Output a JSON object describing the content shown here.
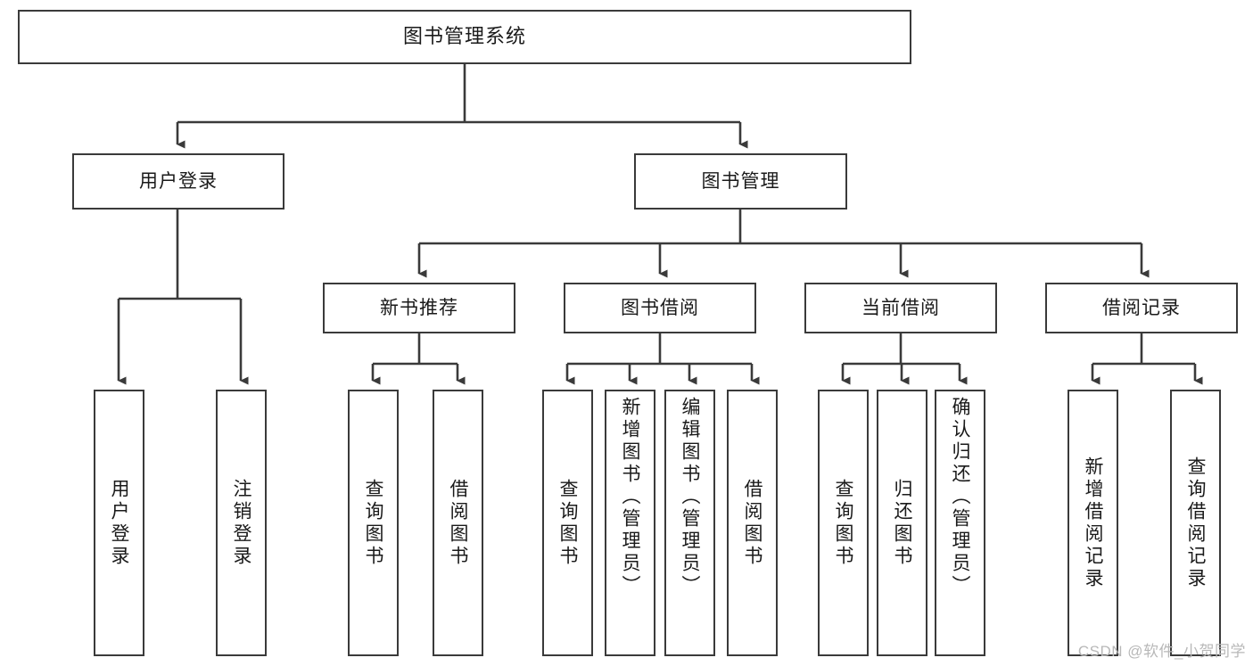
{
  "diagram": {
    "title": "图书管理系统",
    "root": {
      "label": "图书管理系统"
    },
    "level1": [
      {
        "label": "用户登录"
      },
      {
        "label": "图书管理"
      }
    ],
    "level2": [
      {
        "label": "新书推荐"
      },
      {
        "label": "图书借阅"
      },
      {
        "label": "当前借阅"
      },
      {
        "label": "借阅记录"
      }
    ],
    "leaves": {
      "user_login": [
        {
          "label": "用户登录"
        },
        {
          "label": "注销登录"
        }
      ],
      "new_book_recommend": [
        {
          "label": "查询图书"
        },
        {
          "label": "借阅图书"
        }
      ],
      "book_borrow": [
        {
          "label": "查询图书"
        },
        {
          "label": "新增图书（管理员）"
        },
        {
          "label": "编辑图书（管理员）"
        },
        {
          "label": "借阅图书"
        }
      ],
      "current_borrow": [
        {
          "label": "查询图书"
        },
        {
          "label": "归还图书"
        },
        {
          "label": "确认归还（管理员）"
        }
      ],
      "borrow_record": [
        {
          "label": "新增借阅记录"
        },
        {
          "label": "查询借阅记录"
        }
      ]
    }
  },
  "watermark": {
    "text": "CSDN @软件_小贺同学"
  },
  "colors": {
    "border": "#3a3a3a",
    "background": "#ffffff",
    "text": "#1a1a1a",
    "watermark": "#b8b8b8"
  }
}
